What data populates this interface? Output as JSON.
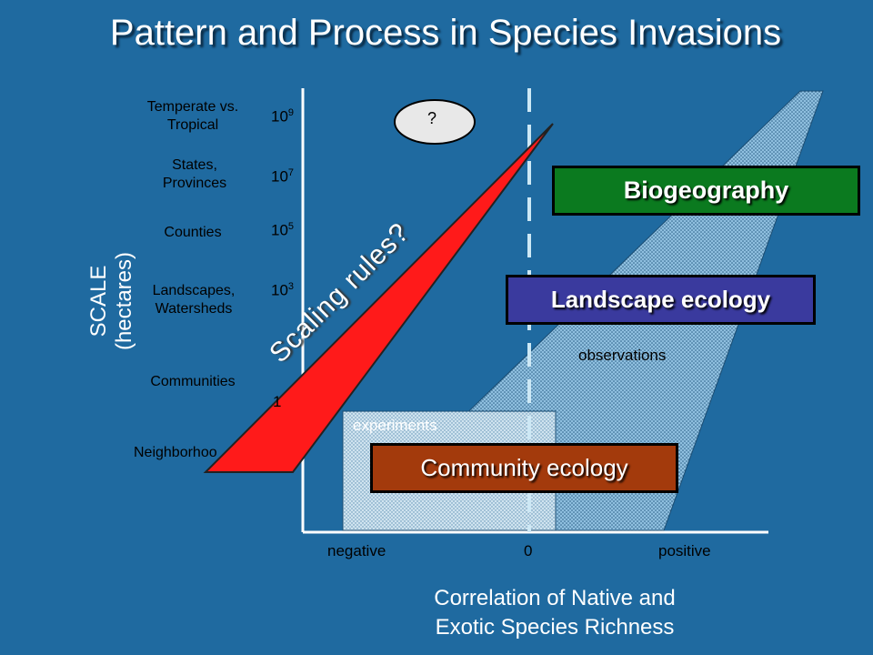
{
  "title": "Pattern and Process in Species Invasions",
  "y_axis_title": {
    "line1": "SCALE",
    "line2": "(hectares)"
  },
  "scale_rows": [
    {
      "label_line1": "Temperate vs.",
      "label_line2": "Tropical",
      "exponent_base": "10",
      "exponent": "9"
    },
    {
      "label_line1": "States,",
      "label_line2": "Provinces",
      "exponent_base": "10",
      "exponent": "7"
    },
    {
      "label_line1": "Counties",
      "label_line2": "",
      "exponent_base": "10",
      "exponent": "5"
    },
    {
      "label_line1": "Landscapes,",
      "label_line2": "Watersheds",
      "exponent_base": "10",
      "exponent": "3"
    },
    {
      "label_line1": "Communities",
      "label_line2": "",
      "exponent_base": "1",
      "exponent": ""
    },
    {
      "label_line1": "Neighborhoo",
      "label_line2": "",
      "exponent_base": "",
      "exponent": ""
    }
  ],
  "x_axis": {
    "ticks": [
      "negative",
      "0",
      "positive"
    ],
    "title_line1": "Correlation of Native and",
    "title_line2": "Exotic Species Richness"
  },
  "question_bubble": "?",
  "scaling_arrow_label": "Scaling rules?",
  "region_labels": {
    "observations": "observations",
    "experiments": "experiments"
  },
  "boxes": {
    "biogeography": {
      "label": "Biogeography",
      "bg": "#0b7a1f",
      "text": "#ffffff"
    },
    "landscape": {
      "label": "Landscape ecology",
      "bg": "#3a3a9e",
      "text": "#ffffff"
    },
    "community": {
      "label": "Community ecology",
      "bg": "#a33a0c",
      "text": "#ffffff"
    }
  },
  "colors": {
    "background": "#1f6aa0",
    "arrow": "#ff1a1a",
    "dashed_line": "#cde8f5",
    "region_fill": "#7fb3d6"
  }
}
